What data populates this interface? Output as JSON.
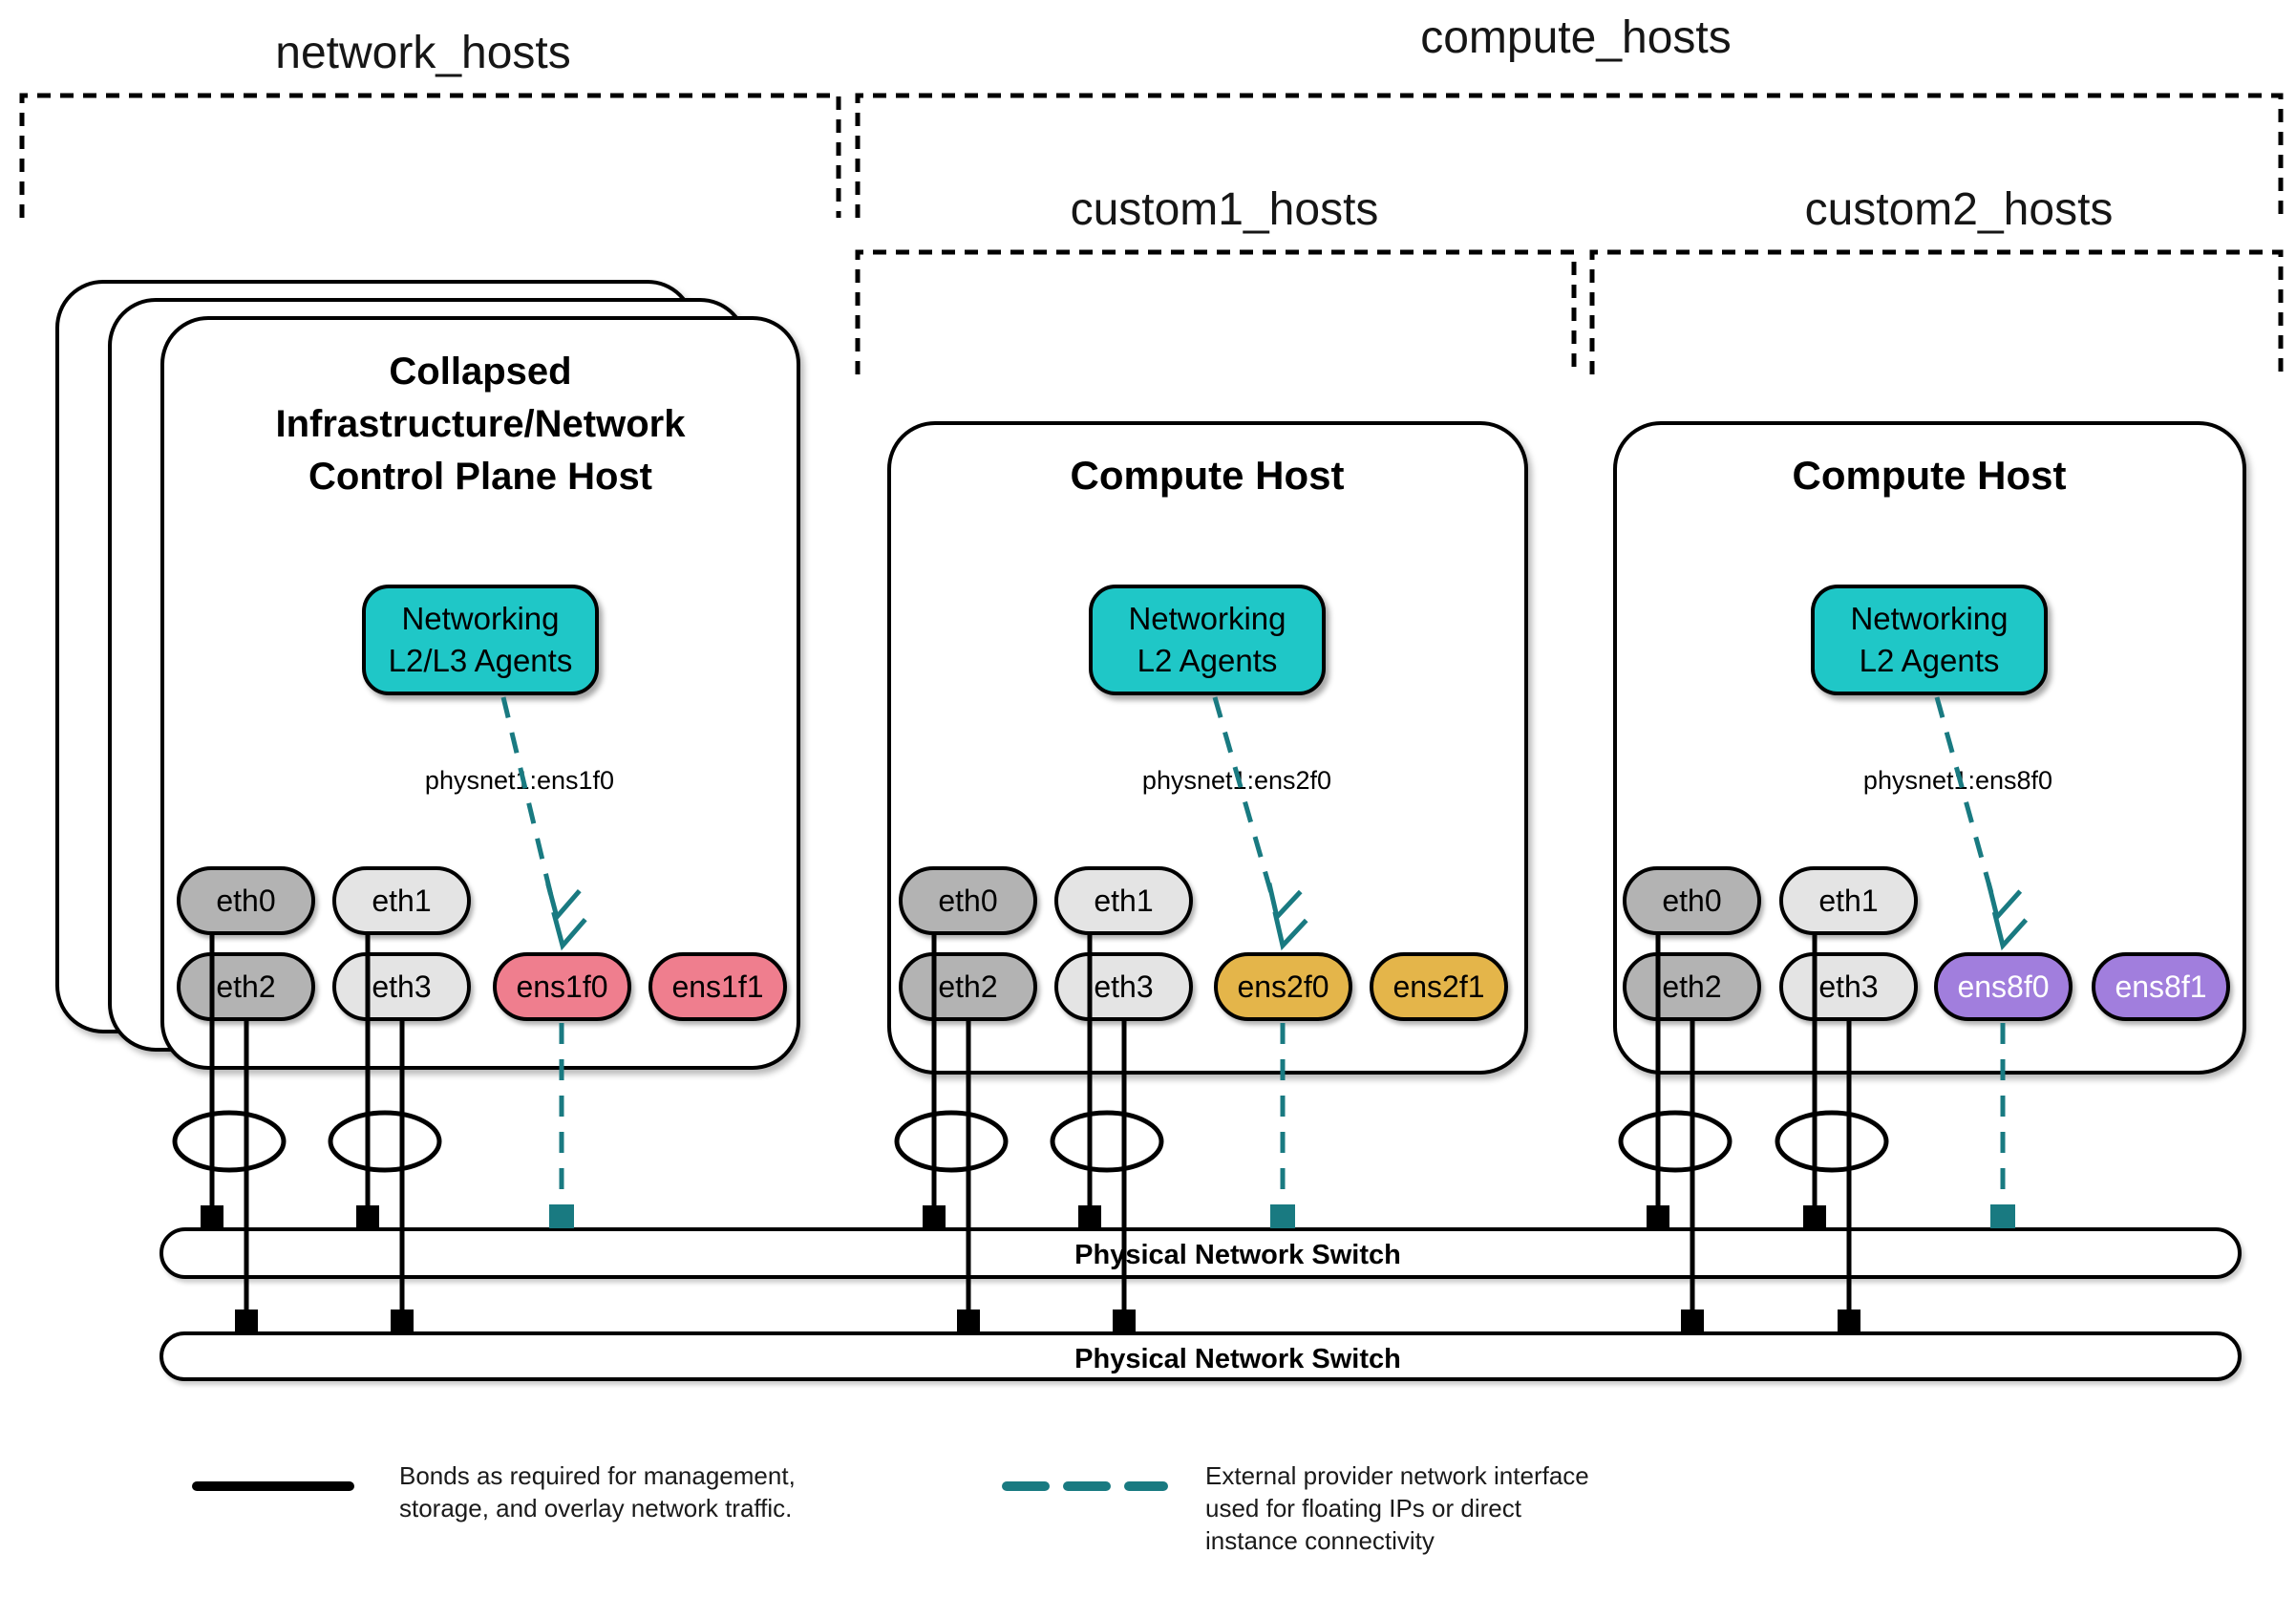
{
  "groups": {
    "network_hosts": "network_hosts",
    "compute_hosts": "compute_hosts",
    "custom1_hosts": "custom1_hosts",
    "custom2_hosts": "custom2_hosts"
  },
  "hosts": [
    {
      "title": [
        "Collapsed",
        "Infrastructure/Network",
        "Control Plane Host"
      ],
      "agent": [
        "Networking",
        "L2/L3 Agents"
      ],
      "physnet": "physnet1:ens1f0",
      "nics": [
        "eth0",
        "eth1",
        "eth2",
        "eth3",
        "ens1f0",
        "ens1f1"
      ]
    },
    {
      "title": [
        "Compute Host"
      ],
      "agent": [
        "Networking",
        "L2 Agents"
      ],
      "physnet": "physnet1:ens2f0",
      "nics": [
        "eth0",
        "eth1",
        "eth2",
        "eth3",
        "ens2f0",
        "ens2f1"
      ]
    },
    {
      "title": [
        "Compute Host"
      ],
      "agent": [
        "Networking",
        "L2 Agents"
      ],
      "physnet": "physnet1:ens8f0",
      "nics": [
        "eth0",
        "eth1",
        "eth2",
        "eth3",
        "ens8f0",
        "ens8f1"
      ]
    }
  ],
  "switches": [
    {
      "label": "Physical Network Switch"
    },
    {
      "label": "Physical Network Switch"
    }
  ],
  "legend": {
    "bond": [
      "Bonds as required for management,",
      "storage, and overlay network traffic."
    ],
    "provider": [
      "External provider network interface",
      "used for floating IPs or direct",
      "instance connectivity"
    ]
  },
  "colors": {
    "agent_fill": "#1fc7c7",
    "provider_line": "#197a81",
    "host1_provider_nic": "#ef7e8e",
    "host2_provider_nic": "#e4b54a",
    "host3_provider_nic": "#a17edd",
    "nic_dark_gray": "#b3b3b3",
    "nic_light_gray": "#e4e4e4"
  }
}
